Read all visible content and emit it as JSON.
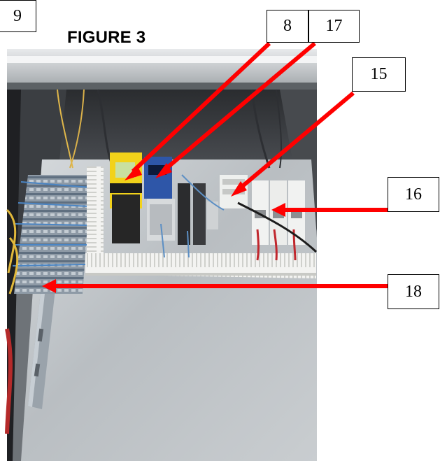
{
  "figure": {
    "title": "FIGURE 3"
  },
  "callouts": {
    "c9": "9",
    "c8": "8",
    "c17": "17",
    "c15": "15",
    "c16": "16",
    "c18": "18"
  },
  "colors": {
    "arrow": "#ff0000",
    "yellow_module": "#f2d21a",
    "panel": "#b9bfc3",
    "enclosure_dark": "#2b2d30"
  }
}
